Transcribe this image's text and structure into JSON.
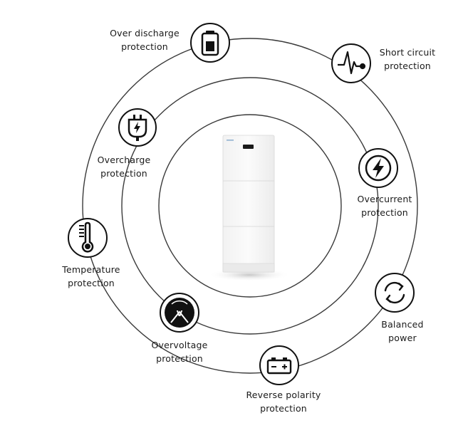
{
  "features": [
    {
      "id": "over-discharge",
      "icon": "battery-icon",
      "line1": "Over discharge",
      "line2": "protection"
    },
    {
      "id": "short-circuit",
      "icon": "pulse-waveform-icon",
      "line1": "Short circuit",
      "line2": "protection"
    },
    {
      "id": "overcharge",
      "icon": "plug-lightning-icon",
      "line1": "Overcharge",
      "line2": "protection"
    },
    {
      "id": "overcurrent",
      "icon": "lightning-bolt-icon",
      "line1": "Overcurrent",
      "line2": "protection"
    },
    {
      "id": "temperature",
      "icon": "thermometer-icon",
      "line1": "Temperature",
      "line2": "protection"
    },
    {
      "id": "balanced-power",
      "icon": "cycle-arrows-icon",
      "line1": "Balanced",
      "line2": "power"
    },
    {
      "id": "overvoltage",
      "icon": "voltage-gauge-icon",
      "line1": "Overvoltage",
      "line2": "protection"
    },
    {
      "id": "reverse-polarity",
      "icon": "battery-terminals-icon",
      "line1": "Reverse polarity",
      "line2": "protection"
    }
  ],
  "colors": {
    "ring": "#333333",
    "icon": "#111111",
    "text": "#1a1a1a",
    "unit": "#f7f7f7"
  }
}
